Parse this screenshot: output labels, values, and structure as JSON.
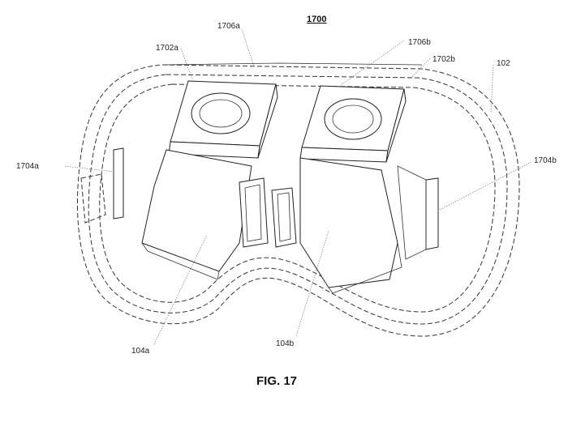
{
  "figure": {
    "number_label": "1700",
    "caption": "FIG. 17"
  },
  "labels": {
    "l1706a": "1706a",
    "l1702a": "1702a",
    "l1706b": "1706b",
    "l1702b": "1702b",
    "l102": "102",
    "l1704a": "1704a",
    "l1704b": "1704b",
    "l104a": "104a",
    "l104b": "104b"
  }
}
